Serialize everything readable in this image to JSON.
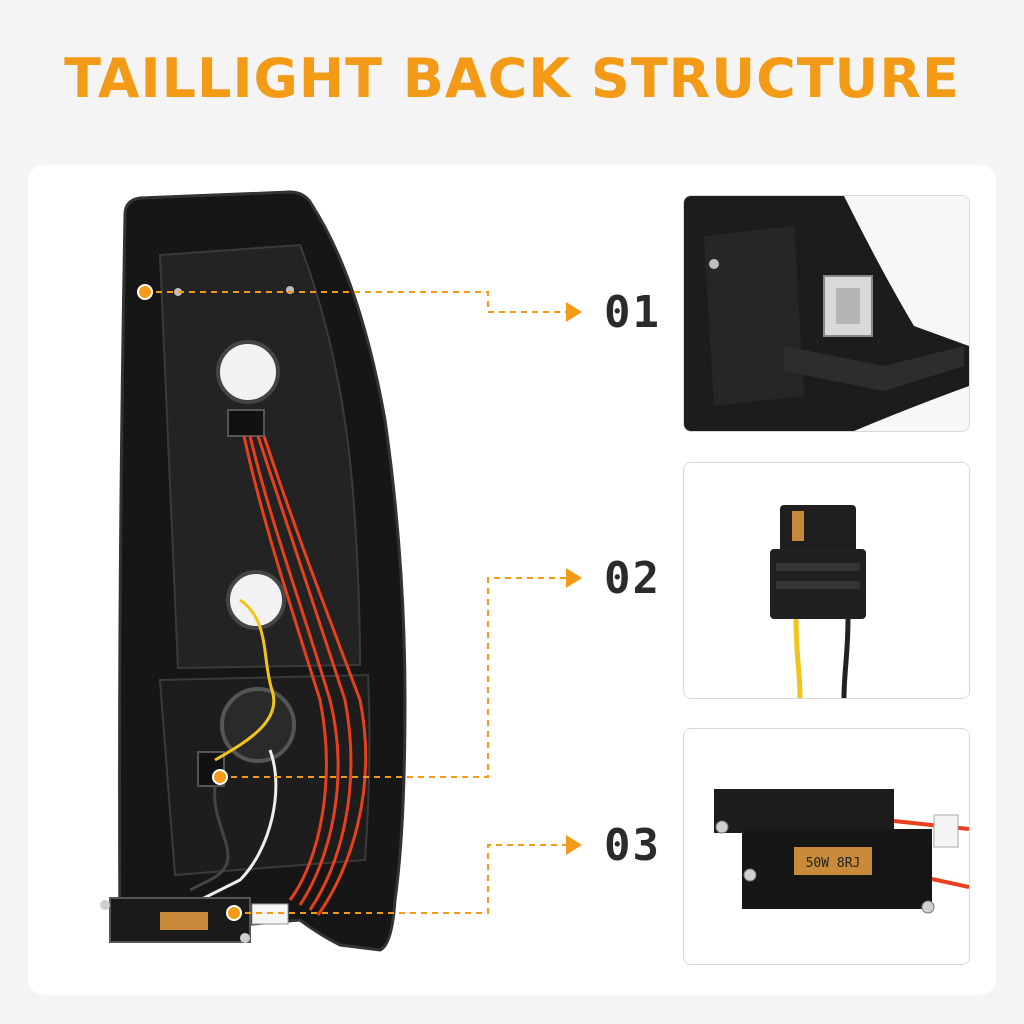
{
  "title": "TAILLIGHT BACK STRUCTURE",
  "accent_color": "#f39a16",
  "callouts": [
    {
      "id": "01",
      "label": "01"
    },
    {
      "id": "02",
      "label": "02"
    },
    {
      "id": "03",
      "label": "03"
    }
  ],
  "resistor_marking": "50W 8RJ",
  "icons": [
    "callout-arrow-icon"
  ]
}
